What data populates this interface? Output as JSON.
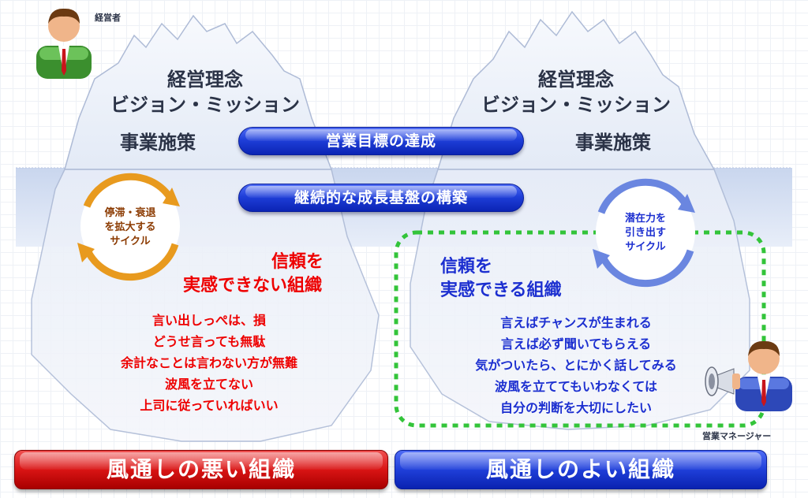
{
  "left": {
    "actor_label": "経営者",
    "philosophy": "経営理念",
    "vision": "ビジョン・ミッション",
    "measures": "事業施策",
    "cycle_lines": [
      "停滞・衰退",
      "を拡大する",
      "サイクル"
    ],
    "trust_heading_1": "信頼を",
    "trust_heading_2": "実感できない組織",
    "voices": [
      "言い出しっぺは、損",
      "どうせ言っても無駄",
      "余計なことは言わない方が無難",
      "波風を立てない",
      "上司に従っていればいい"
    ],
    "bottom_bar": "風通しの悪い組織"
  },
  "right": {
    "actor_label": "営業マネージャー",
    "philosophy": "経営理念",
    "vision": "ビジョン・ミッション",
    "measures": "事業施策",
    "cycle_lines": [
      "潜在力を",
      "引き出す",
      "サイクル"
    ],
    "trust_heading_1": "信頼を",
    "trust_heading_2": "実感できる組織",
    "voices": [
      "言えばチャンスが生まれる",
      "言えば必ず聞いてもらえる",
      "気がついたら、とにかく話してみる",
      "波風を立ててもいわなくては",
      "自分の判断を大切にしたい"
    ],
    "bottom_bar": "風通しのよい組織"
  },
  "center": {
    "goal_pill": "営業目標の達成",
    "base_pill": "継続的な成長基盤の構築"
  },
  "colors": {
    "red": "#ee0000",
    "blue": "#1c2fd0",
    "cycle_orange": "#e89a1e",
    "cycle_blue": "#6a86e0",
    "dashed_green": "#33c43a"
  }
}
